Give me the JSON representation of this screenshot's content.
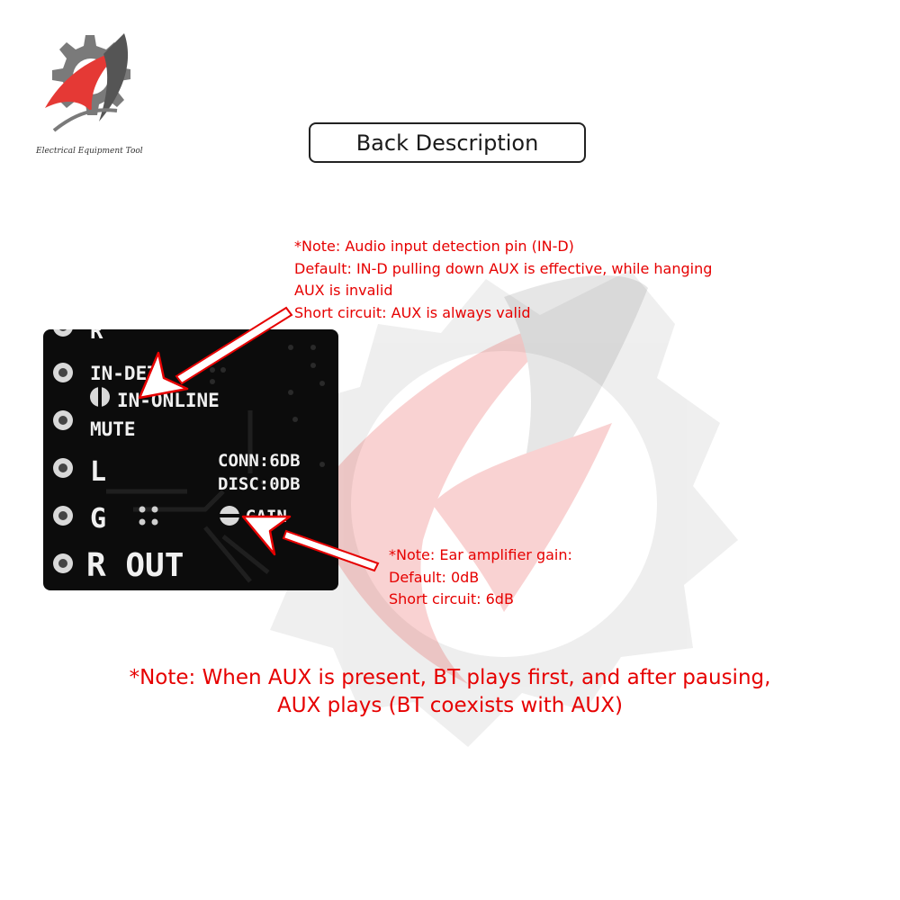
{
  "brand": {
    "caption": "Electrical Equipment Tool",
    "logo_icon": "gear-bolt-logo-icon",
    "colors": {
      "gray": "#7a7a7a",
      "red": "#e53935"
    }
  },
  "title": "Back Description",
  "board": {
    "pins": [
      "R",
      "IN-DET",
      "MUTE",
      "L",
      "G",
      "R"
    ],
    "labels": {
      "r_top": "R",
      "in_det": "IN-DET",
      "in_online": "IN-ONLINE",
      "mute": "MUTE",
      "l": "L",
      "g": "G",
      "r_out": "R OUT",
      "conn": "CONN:6DB",
      "disc": "DISC:0DB",
      "gain": "GAIN"
    }
  },
  "notes": {
    "in_detect": [
      "*Note: Audio input detection pin (IN-D)",
      "Default: IN-D pulling down AUX is effective, while hanging",
      "AUX is invalid",
      "Short circuit: AUX is always valid"
    ],
    "gain": [
      "*Note: Ear amplifier gain:",
      "Default: 0dB",
      "Short circuit: 6dB"
    ],
    "bottom": [
      "*Note: When AUX is present, BT plays first, and after pausing,",
      "AUX plays (BT coexists with AUX)"
    ],
    "color": "#e60000"
  }
}
